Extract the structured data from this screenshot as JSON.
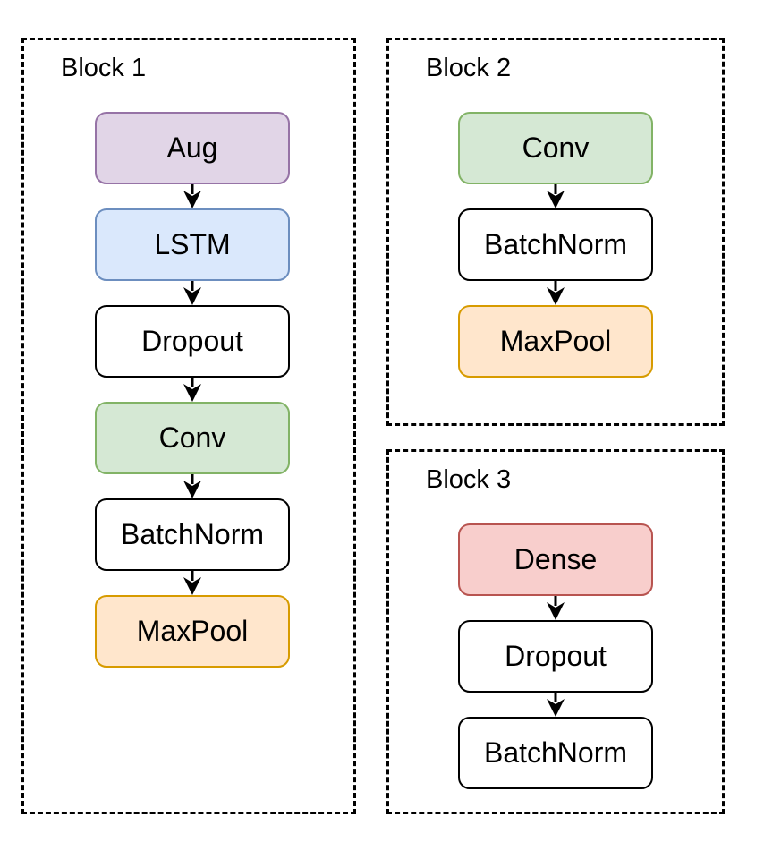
{
  "diagram": {
    "kind": "neural-network-block-flowchart",
    "background_color": "#ffffff",
    "outline_color": "#000000",
    "arrow_color": "#000000",
    "blocks": [
      {
        "title": "Block 1",
        "nodes": [
          {
            "label": "Aug",
            "fill": "#e1d5e7",
            "stroke": "#9673a6"
          },
          {
            "label": "LSTM",
            "fill": "#dae8fc",
            "stroke": "#6c8ebf"
          },
          {
            "label": "Dropout",
            "fill": "#ffffff",
            "stroke": "#000000"
          },
          {
            "label": "Conv",
            "fill": "#d5e8d4",
            "stroke": "#82b366"
          },
          {
            "label": "BatchNorm",
            "fill": "#ffffff",
            "stroke": "#000000"
          },
          {
            "label": "MaxPool",
            "fill": "#ffe6cc",
            "stroke": "#d79b00"
          }
        ],
        "flow": [
          "Aug -> LSTM",
          "LSTM -> Dropout",
          "Dropout -> Conv",
          "Conv -> BatchNorm",
          "BatchNorm -> MaxPool"
        ]
      },
      {
        "title": "Block 2",
        "nodes": [
          {
            "label": "Conv",
            "fill": "#d5e8d4",
            "stroke": "#82b366"
          },
          {
            "label": "BatchNorm",
            "fill": "#ffffff",
            "stroke": "#000000"
          },
          {
            "label": "MaxPool",
            "fill": "#ffe6cc",
            "stroke": "#d79b00"
          }
        ],
        "flow": [
          "Conv -> BatchNorm",
          "BatchNorm -> MaxPool"
        ]
      },
      {
        "title": "Block 3",
        "nodes": [
          {
            "label": "Dense",
            "fill": "#f8cecc",
            "stroke": "#b85450"
          },
          {
            "label": "Dropout",
            "fill": "#ffffff",
            "stroke": "#000000"
          },
          {
            "label": "BatchNorm",
            "fill": "#ffffff",
            "stroke": "#000000"
          }
        ],
        "flow": [
          "Dense -> Dropout",
          "Dropout -> BatchNorm"
        ]
      }
    ]
  }
}
